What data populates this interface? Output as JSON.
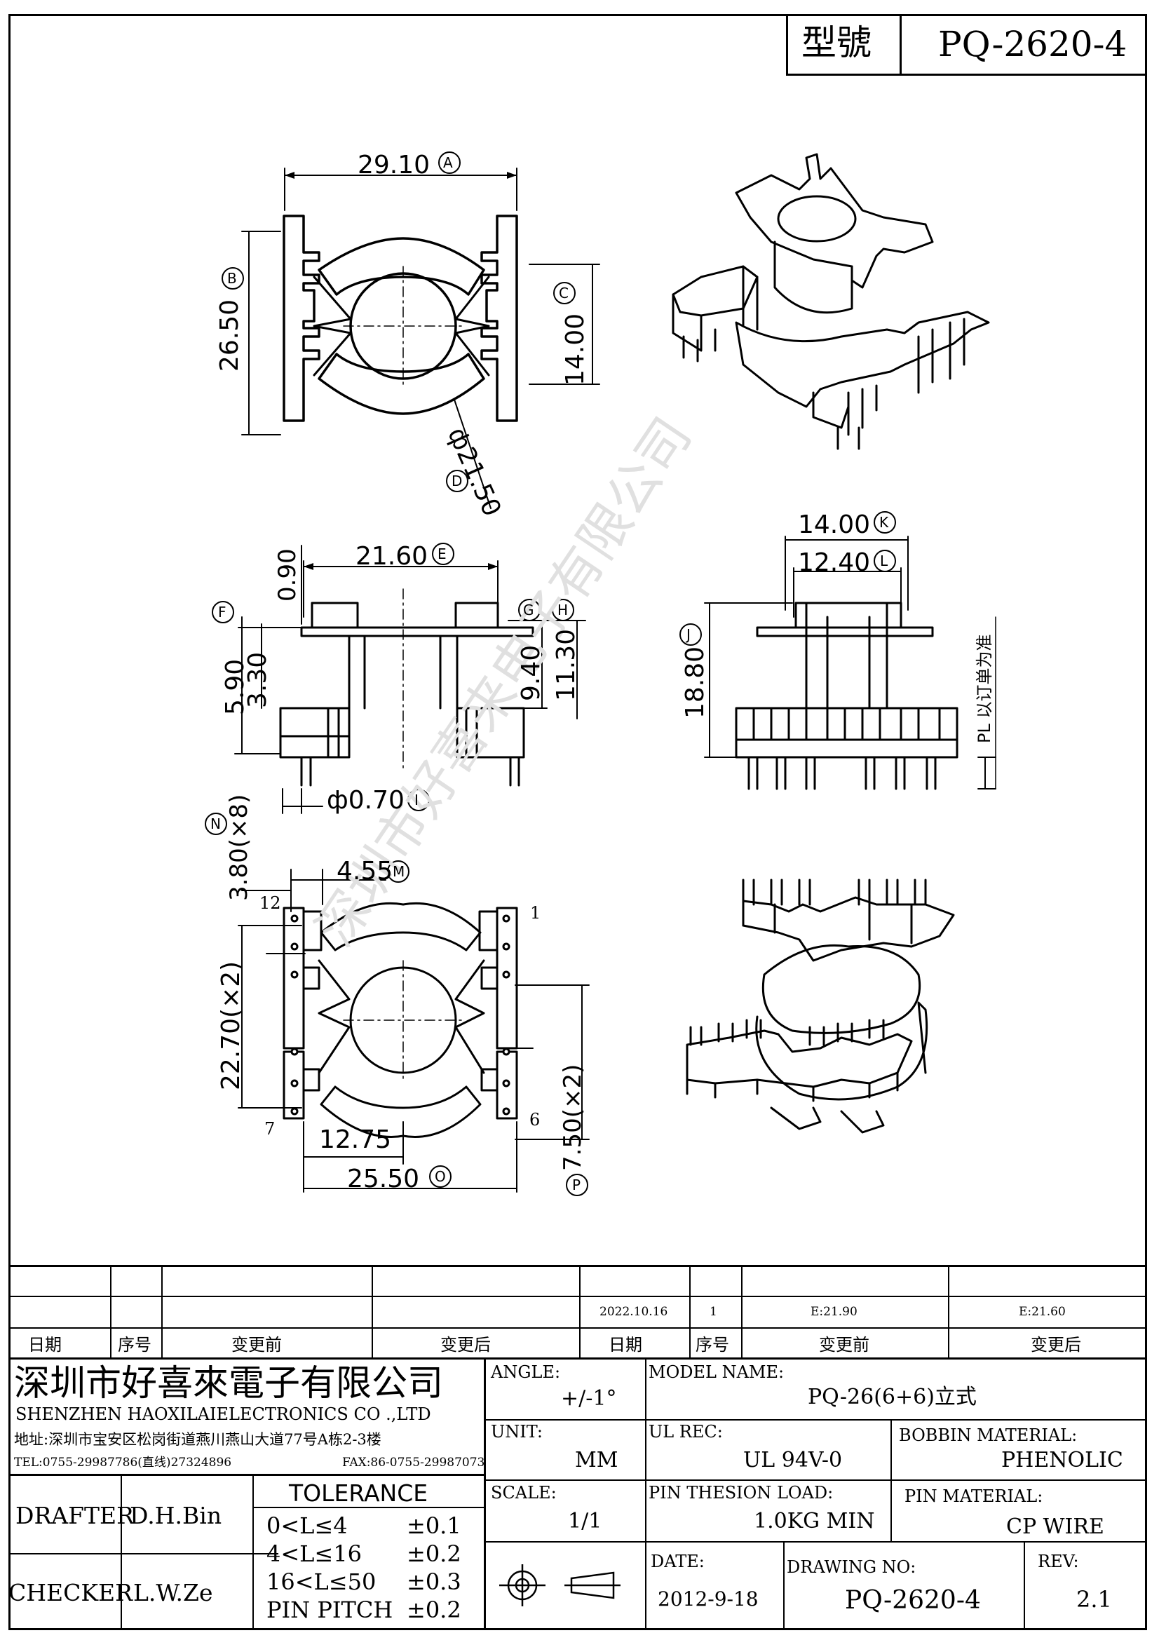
{
  "title_box": {
    "label": "型號",
    "model": "PQ-2620-4"
  },
  "top_view": {
    "dims": {
      "a": "29.10",
      "b": "26.50",
      "c": "14.00",
      "d": "ф21.50"
    },
    "markers": {
      "a": "A",
      "b": "B",
      "c": "C",
      "d": "D"
    }
  },
  "side_view": {
    "dims": {
      "e": "21.60",
      "gap": "0.90",
      "f": "5.90",
      "h1": "3.30",
      "g": "9.40",
      "h": "11.30",
      "i": "ф0.70"
    },
    "markers": {
      "e": "E",
      "f": "F",
      "g": "G",
      "h": "H",
      "i": "I"
    }
  },
  "front_view": {
    "dims": {
      "k": "14.00",
      "l": "12.40",
      "j": "18.80"
    },
    "markers": {
      "k": "K",
      "l": "L",
      "j": "J"
    },
    "pl_note": "PL 以订单为准"
  },
  "bottom_view": {
    "dims": {
      "n": "3.80(×8)",
      "m": "4.55",
      "x2": "22.70(×2)",
      "half": "12.75",
      "o": "25.50",
      "p": "7.50(×2)"
    },
    "markers": {
      "n": "N",
      "m": "M",
      "o": "O",
      "p": "P"
    },
    "pins": {
      "p12": "12",
      "p1": "1",
      "p7": "7",
      "p6": "6"
    }
  },
  "watermark": "深圳市好喜来电子有限公司",
  "revision_table": {
    "headers": [
      "日期",
      "序号",
      "变更前",
      "变更后",
      "日期",
      "序号",
      "变更前",
      "变更后"
    ],
    "row": {
      "date": "2022.10.16",
      "seq": "1",
      "before": "E:21.90",
      "after": "E:21.60"
    }
  },
  "company": {
    "name_cn": "深圳市好喜來電子有限公司",
    "name_en": "SHENZHEN HAOXILAIELECTRONICS CO .,LTD",
    "address": "地址:深圳市宝安区松岗街道燕川燕山大道77号A栋2-3楼",
    "tel": "TEL:0755-29987786(直线)27324896",
    "fax": "FAX:86-0755-29987073"
  },
  "people": {
    "drafter_label": "DRAFTER",
    "drafter": "D.H.Bin",
    "checker_label": "CHECKER",
    "checker": "L.W.Ze"
  },
  "tolerance": {
    "title": "TOLERANCE",
    "rows": [
      {
        "range": "0<L≤4",
        "value": "±0.1"
      },
      {
        "range": "4<L≤16",
        "value": "±0.2"
      },
      {
        "range": "16<L≤50",
        "value": "±0.3"
      },
      {
        "range": "PIN PITCH",
        "value": "±0.2"
      }
    ]
  },
  "fields": {
    "angle_label": "ANGLE:",
    "angle": "+/-1°",
    "unit_label": "UNIT:",
    "unit": "MM",
    "scale_label": "SCALE:",
    "scale": "1/1",
    "model_label": "MODEL NAME:",
    "model": "PQ-26(6+6)立式",
    "ul_label": "UL REC:",
    "ul": "UL 94V-0",
    "bobbin_label": "BOBBIN MATERIAL:",
    "bobbin": "PHENOLIC",
    "load_label": "PIN THESION LOAD:",
    "load": "1.0KG MIN",
    "pin_label": "PIN MATERIAL:",
    "pin": "CP  WIRE",
    "date_label": "DATE:",
    "date": "2012-9-18",
    "drawing_label": "DRAWING NO:",
    "drawing": "PQ-2620-4",
    "rev_label": "REV:",
    "rev": "2.1"
  }
}
